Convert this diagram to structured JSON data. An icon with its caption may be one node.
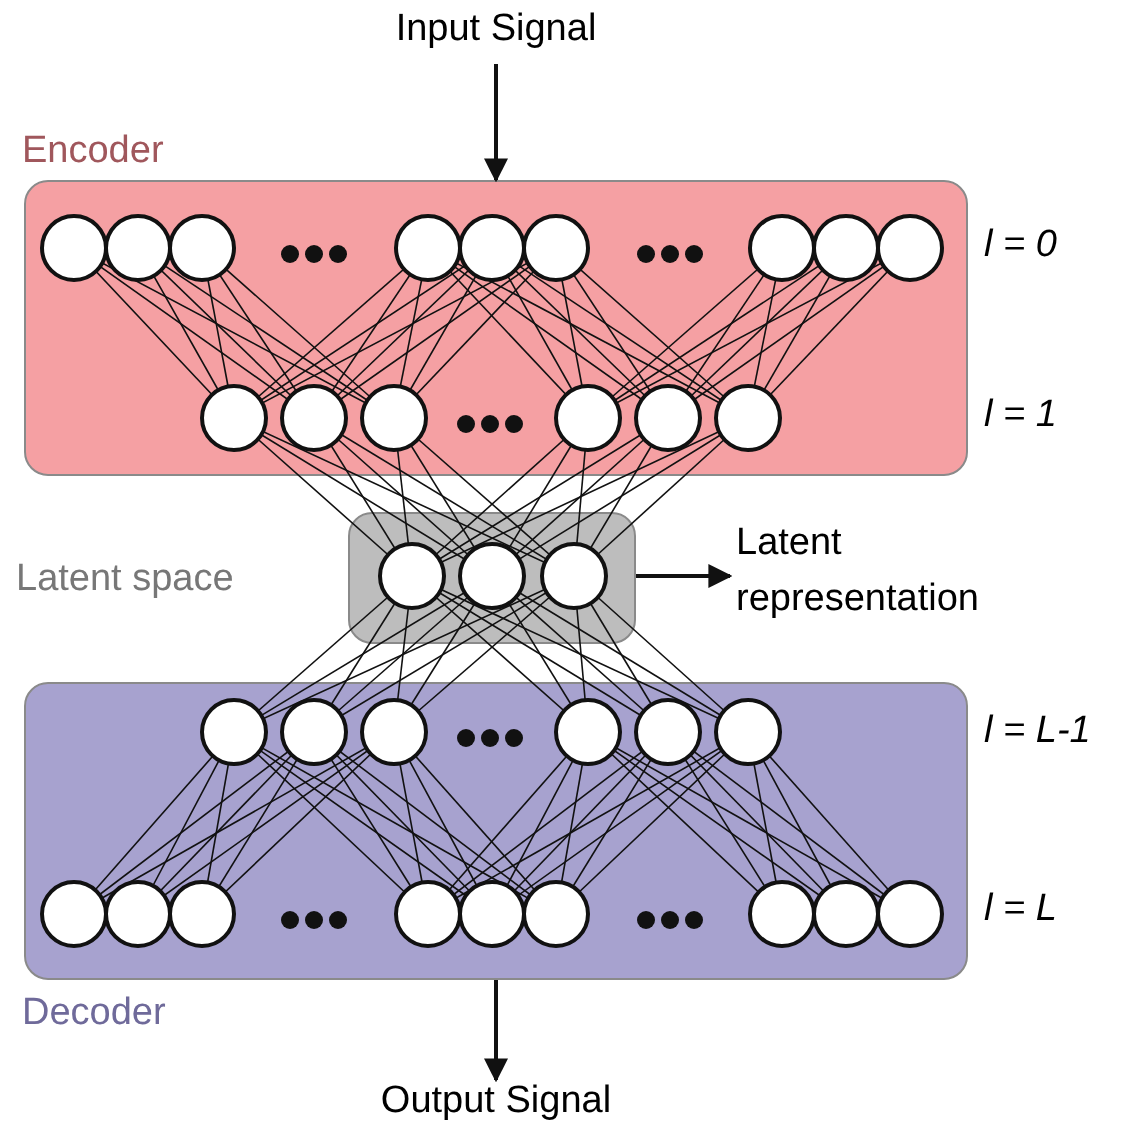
{
  "diagram": {
    "nodes": [
      {
        "text": [
          "Input Signal"
        ]
      },
      {
        "text": [
          "Encoder"
        ],
        "beside": [
          "l = 0",
          "l = 1"
        ]
      },
      {
        "text": [],
        "shape": "box",
        "beside": [
          "Latent space"
        ]
      },
      {
        "text": [
          "Latent representation"
        ]
      },
      {
        "text": [
          "Decoder"
        ],
        "beside": [
          "l = L-1",
          "l = L"
        ]
      },
      {
        "text": [
          "Output Signal"
        ]
      }
    ],
    "edges": [
      {
        "from": 0,
        "to": 1,
        "arrow": "to"
      },
      {
        "from": 2,
        "to": 3,
        "arrow": "to"
      },
      {
        "from": 4,
        "to": 5,
        "arrow": "to"
      }
    ]
  }
}
